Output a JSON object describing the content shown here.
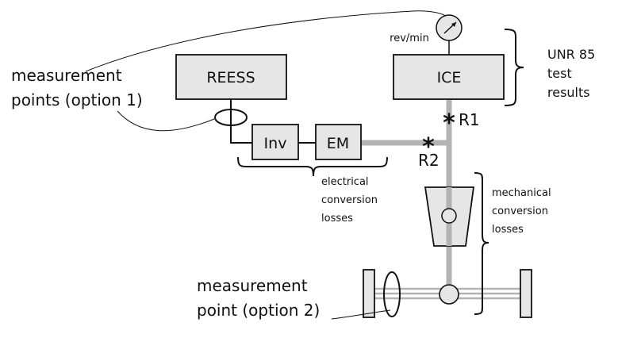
{
  "components": {
    "reess": "REESS",
    "ice": "ICE",
    "inv": "Inv",
    "em": "EM"
  },
  "labels": {
    "rpm": "rev/min",
    "measurement_option1": [
      "measurement",
      "points (option 1)"
    ],
    "measurement_option2": [
      "measurement",
      "point (option 2)"
    ],
    "electrical_losses": [
      "electrical",
      "conversion",
      "losses"
    ],
    "mechanical_losses": [
      "mechanical",
      "conversion",
      "losses"
    ],
    "unr85": [
      "UNR 85",
      "test",
      "results"
    ],
    "r1": "R1",
    "r2": "R2",
    "star": "*"
  },
  "colors": {
    "box_fill": "#e6e6e6",
    "shaft": "#b3b3b3",
    "line": "#111111"
  }
}
